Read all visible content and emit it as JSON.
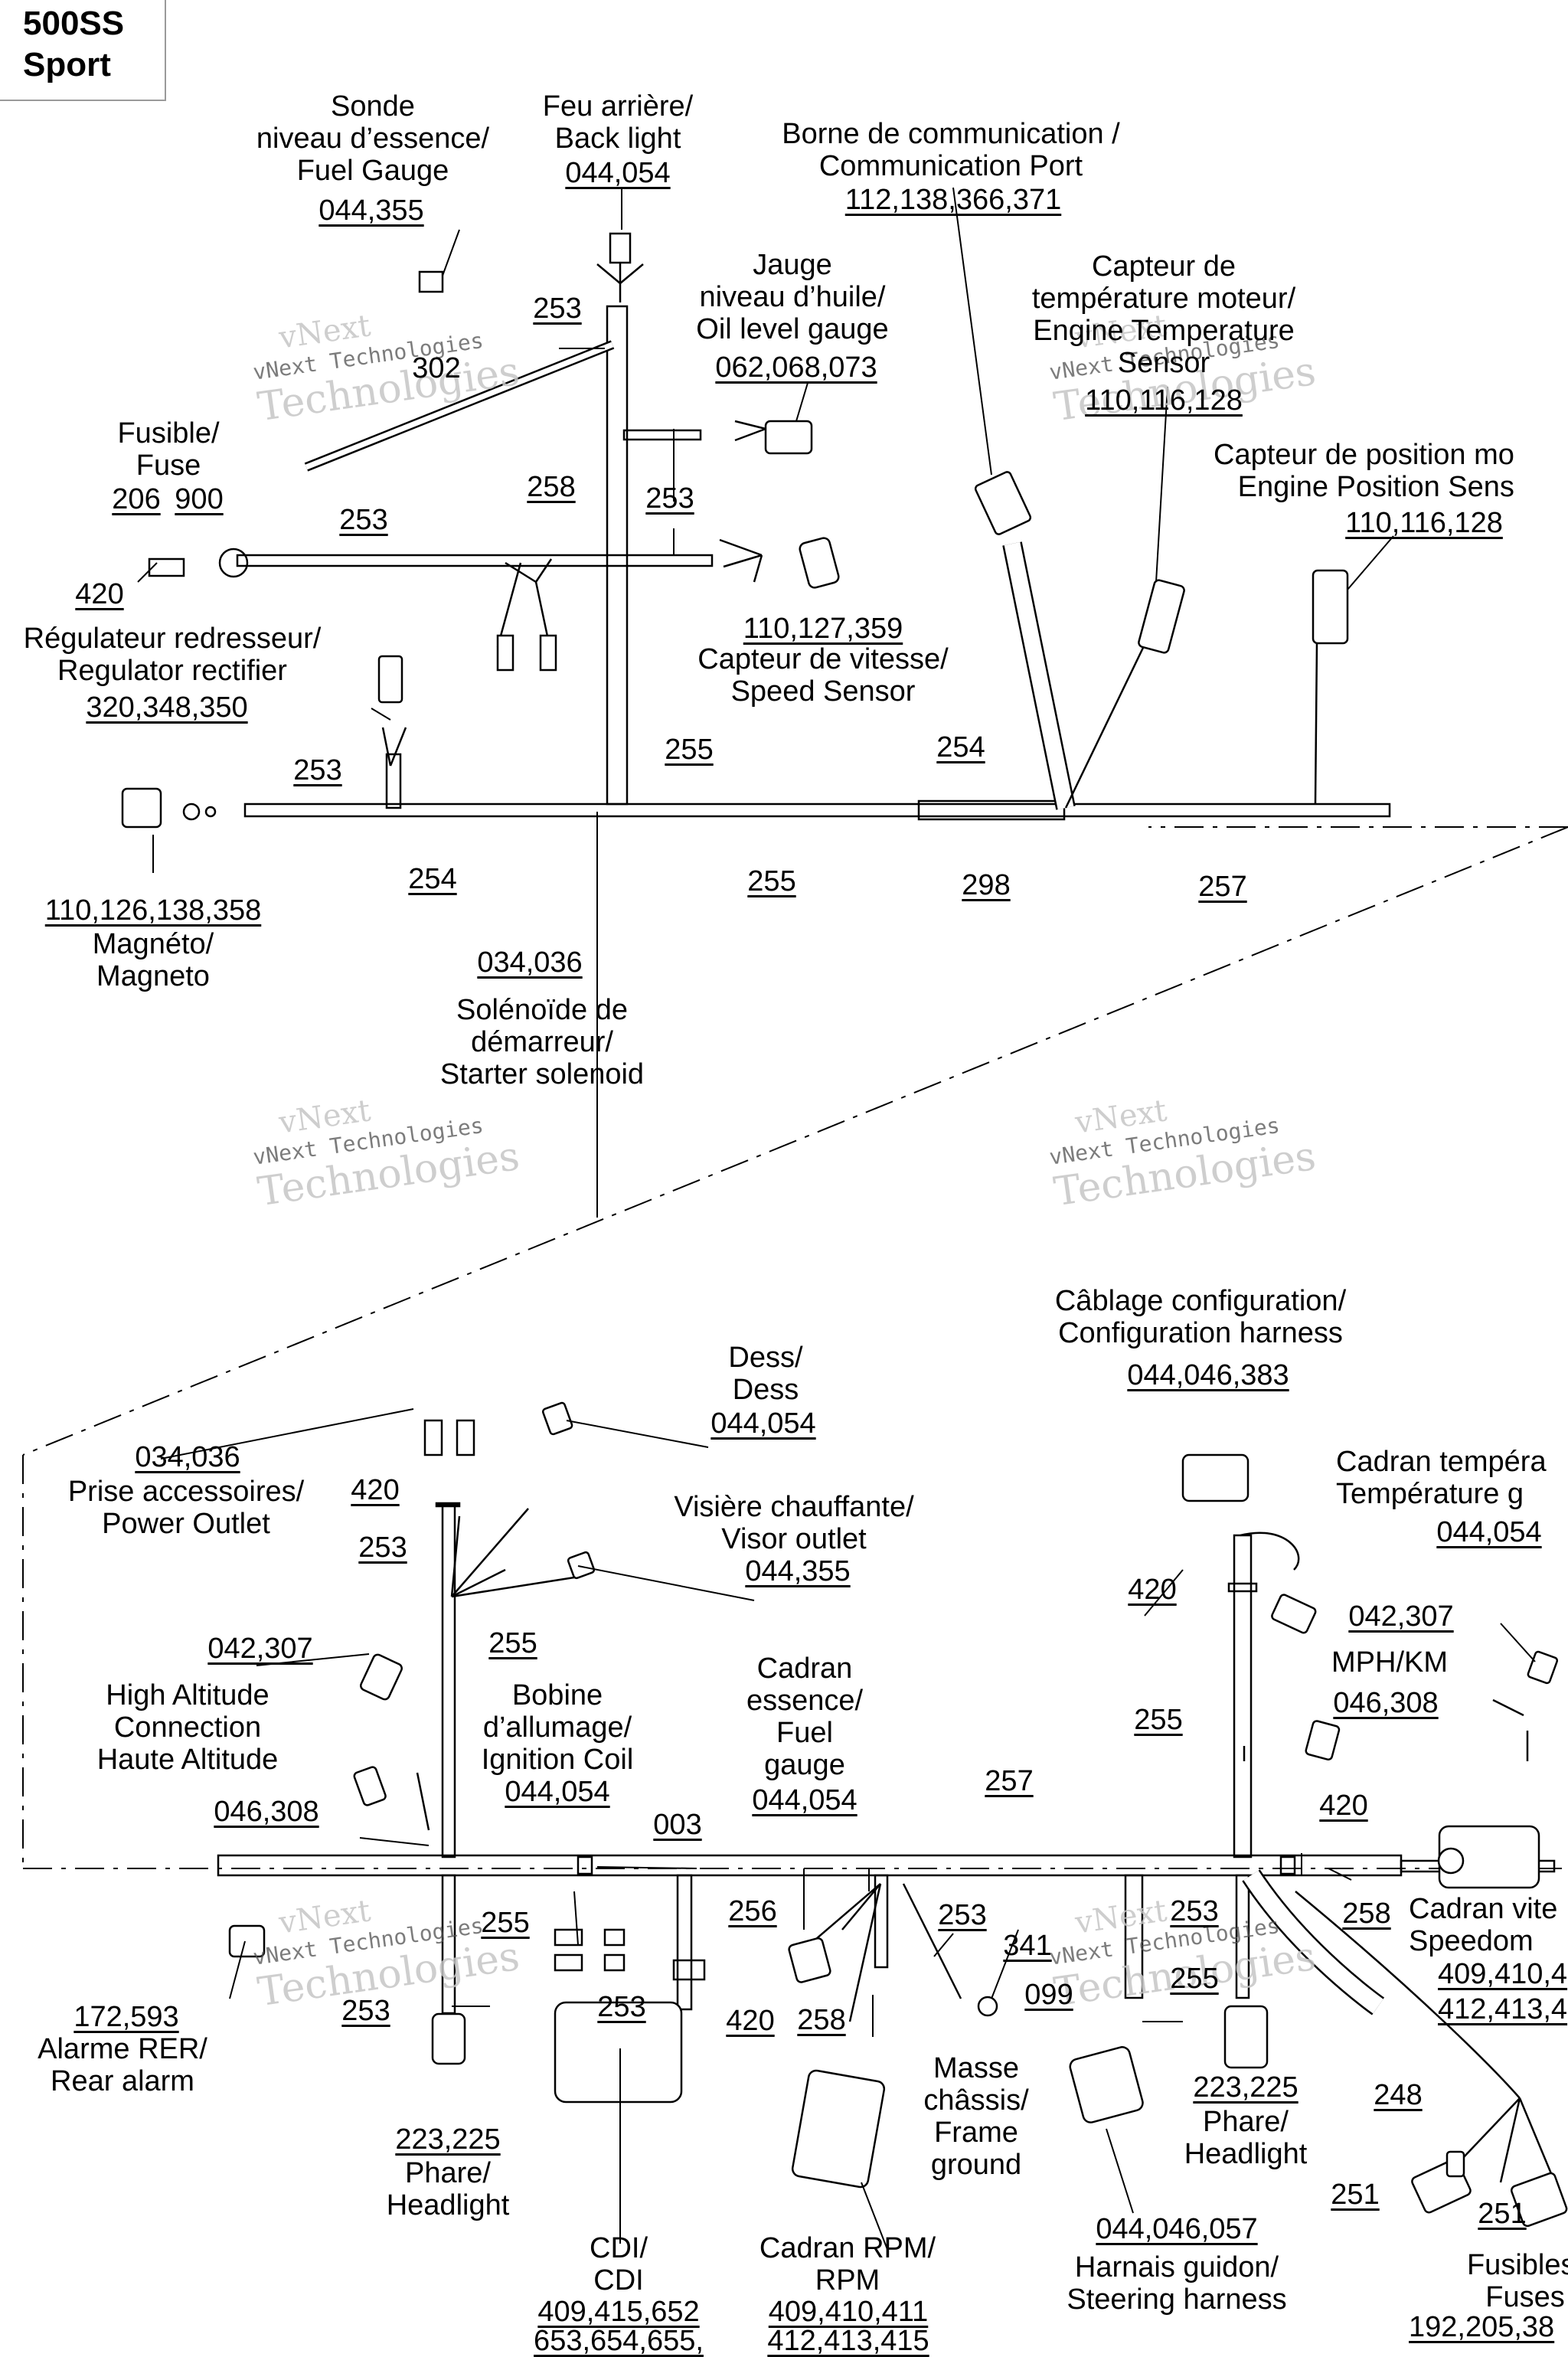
{
  "model": {
    "line1": "500SS",
    "line2": "Sport"
  },
  "watermark": {
    "line1": "vNext",
    "line2": "vNext Technologies",
    "line3": "Technologies"
  },
  "labels": {
    "fuel_gauge_sensor": {
      "name": "Sonde\nniveau d’essence/\nFuel Gauge",
      "ref": "044,355"
    },
    "back_light": {
      "name": "Feu arrière/\nBack light",
      "ref": "044,054"
    },
    "comm_port": {
      "name": "Borne de communication /\nCommunication Port",
      "ref": "112,138,366,371"
    },
    "oil_level": {
      "name": "Jauge\nniveau d’huile/\nOil level gauge",
      "ref": "062,068,073"
    },
    "engine_temp": {
      "name": "Capteur de\ntempérature moteur/\nEngine Temperature\nSensor",
      "ref": "110,116,128"
    },
    "engine_pos": {
      "name": "Capteur de position mo\nEngine Position Sens",
      "ref": "110,116,128"
    },
    "fuse": {
      "name": "Fusible/\nFuse",
      "ref1": "206",
      "ref2": "900",
      "ref3": "420"
    },
    "speed_sensor": {
      "name": "Capteur de vitesse/\nSpeed Sensor",
      "ref": "110,127,359"
    },
    "regulator": {
      "name": "Régulateur redresseur/\nRegulator rectifier",
      "ref": "320,348,350"
    },
    "magneto": {
      "name": "Magnéto/\nMagneto",
      "ref": "110,126,138,358"
    },
    "starter_solenoid": {
      "name": "Solénoïde de\ndémarreur/\nStarter solenoid",
      "ref": "034,036"
    },
    "config_harness": {
      "name": "Câblage configuration/\nConfiguration harness",
      "ref": "044,046,383"
    },
    "dess": {
      "name": "Dess/\nDess",
      "ref": "044,054"
    },
    "power_outlet": {
      "name": "Prise accessoires/\nPower Outlet",
      "ref": "034,036"
    },
    "visor_outlet": {
      "name": "Visière chauffante/\nVisor outlet",
      "ref": "044,355"
    },
    "temp_gauge": {
      "name": "Cadran tempéra\nTempérature g",
      "ref": "044,054"
    },
    "high_altitude": {
      "name": "High Altitude\nConnection\nHaute Altitude",
      "ref": "042,307"
    },
    "ignition_coil": {
      "name": "Bobine\nd’allumage/\nIgnition Coil",
      "ref": "044,054"
    },
    "fuel_gauge_dial": {
      "name": "Cadran\nessence/\nFuel\ngauge",
      "ref": "044,054"
    },
    "mph_km": {
      "name": "MPH/KM",
      "ref1": "042,307",
      "ref2": "046,308"
    },
    "ref_046_308_left": "046,308",
    "speedometer": {
      "name": "Cadran vite\nSpeedom",
      "ref1": "409,410,4",
      "ref2": "412,413,4"
    },
    "rear_alarm": {
      "name": "Alarme RER/\nRear alarm",
      "ref": "172,593"
    },
    "frame_ground": {
      "name": "Masse\nchâssis/\nFrame\nground",
      "ref1": "341",
      "ref2": "099"
    },
    "headlight_left": {
      "name": "Phare/\nHeadlight",
      "ref": "223,225"
    },
    "headlight_right": {
      "name": "Phare/\nHeadlight",
      "ref": "223,225"
    },
    "cdi": {
      "name": "CDI/\nCDI",
      "ref1": "409,415,652",
      "ref2": "653,654,655,"
    },
    "rpm": {
      "name": "Cadran RPM/\nRPM",
      "ref1": "409,410,411",
      "ref2": "412,413,415"
    },
    "steering_harness": {
      "name": "Harnais guidon/\nSteering harness",
      "ref": "044,046,057"
    },
    "fuses": {
      "name": "Fusibles/\nFuses",
      "ref": "192,205,38"
    }
  },
  "part_numbers": {
    "n253a": "253",
    "n302": "302",
    "n258a": "258",
    "n253b": "253",
    "n253c": "253",
    "n255a": "255",
    "n254a": "254",
    "n253d": "253",
    "n254b": "254",
    "n255b": "255",
    "n298": "298",
    "n257a": "257",
    "n420a": "420",
    "n253e": "253",
    "n255c": "255",
    "n420b": "420",
    "n255d": "255",
    "n420c": "420",
    "n257b": "257",
    "n003": "003",
    "n255e": "255",
    "n256": "256",
    "n253f": "253",
    "n253g": "253",
    "n253h": "253",
    "n258b": "258",
    "n420d": "420",
    "n253i": "253",
    "n255f": "255",
    "n258c": "258",
    "n248": "248",
    "n251a": "251",
    "n251b": "251"
  }
}
